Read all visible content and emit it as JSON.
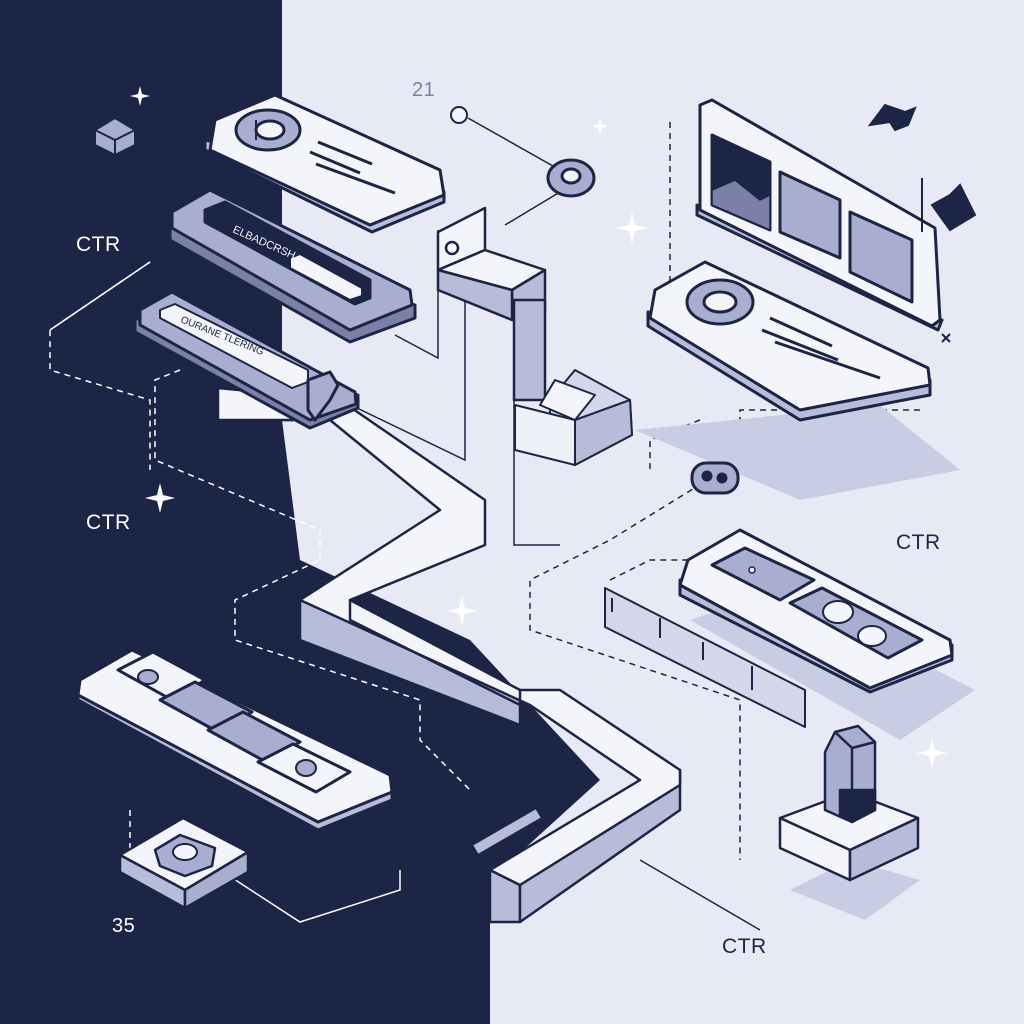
{
  "labels": {
    "ctr_left_top": "CTR",
    "ctr_left_middle": "CTR",
    "ctr_right_middle": "CTR",
    "ctr_bottom": "CTR",
    "number_top": "21",
    "number_bottom": "35"
  },
  "cards": {
    "input_bar_text": "ELBADCRSH",
    "search_bar_text": "OURANE TLERING"
  },
  "colors": {
    "navy": "#1c2545",
    "light_background": "#e7eaf5",
    "card_fill": "#f4f5fb",
    "card_side": "#b7bcd8",
    "tile_fill": "#a8aecf",
    "stroke": "#1c2545"
  }
}
